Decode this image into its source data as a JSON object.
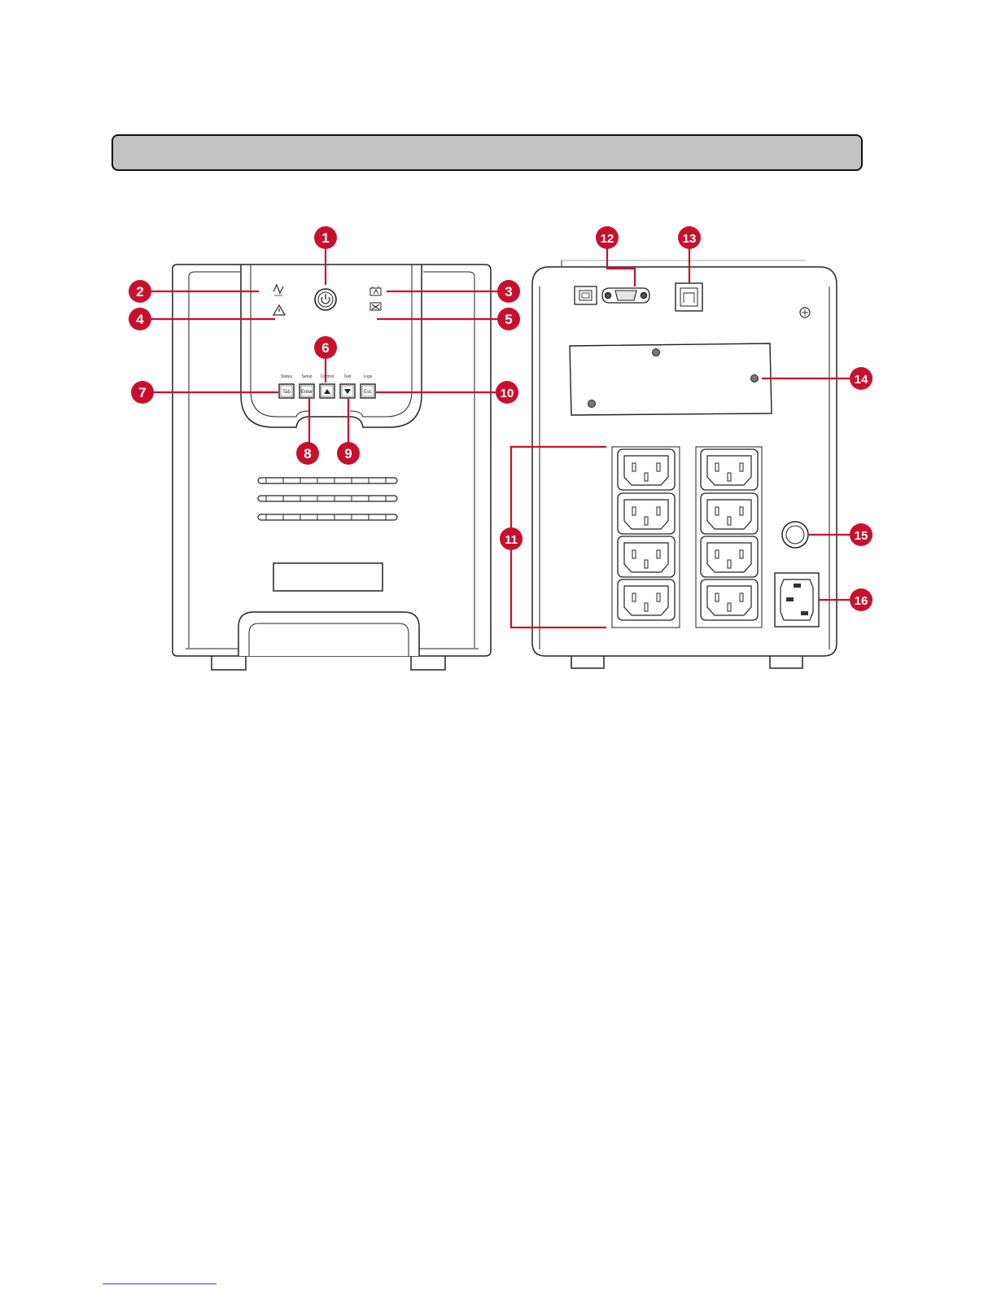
{
  "header": {
    "title": ""
  },
  "front_panel": {
    "buttons": [
      {
        "function": "Status",
        "key": "Tab"
      },
      {
        "function": "Setup",
        "key": "Enter"
      },
      {
        "function": "Control",
        "key": ""
      },
      {
        "function": "Test",
        "key": ""
      },
      {
        "function": "Logs",
        "key": "Esc"
      }
    ]
  },
  "callouts": [
    "1",
    "2",
    "3",
    "4",
    "5",
    "6",
    "7",
    "8",
    "9",
    "10",
    "11",
    "12",
    "13",
    "14",
    "15",
    "16"
  ],
  "colors": {
    "callout": "#c8102e",
    "title_bar": "#c2c2c2",
    "outline": "#222222"
  },
  "footer": {
    "link_text": ""
  }
}
